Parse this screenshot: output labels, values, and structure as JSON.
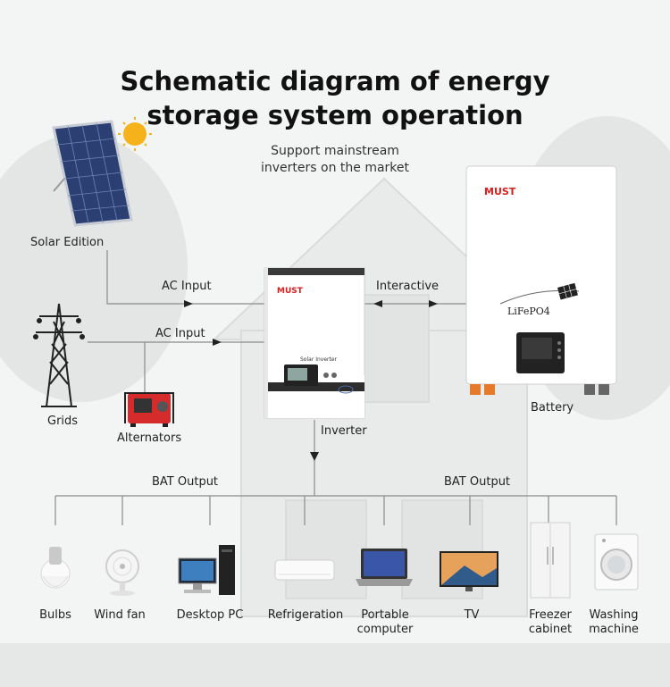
{
  "title": {
    "line1": "Schematic diagram of energy",
    "line2": "storage system operation"
  },
  "subtitle": {
    "line1": "Support mainstream",
    "line2": "inverters on the market"
  },
  "nodes": {
    "solar": "Solar Edition",
    "grids": "Grids",
    "alternators": "Alternators",
    "inverter": "Inverter",
    "battery": "Battery"
  },
  "edges": {
    "ac_input_solar": "AC Input",
    "ac_input_grid": "AC Input",
    "interactive": "Interactive",
    "bat_output_left": "BAT Output",
    "bat_output_right": "BAT Output"
  },
  "devices": {
    "brand": "MUST",
    "inverter_panel": "Solar Inverter",
    "battery_chem": "LiFePO4"
  },
  "appliances": [
    {
      "line1": "Bulbs",
      "line2": ""
    },
    {
      "line1": "Wind fan",
      "line2": ""
    },
    {
      "line1": "Desktop PC",
      "line2": ""
    },
    {
      "line1": "Refrigeration",
      "line2": ""
    },
    {
      "line1": "Portable",
      "line2": "computer"
    },
    {
      "line1": "TV",
      "line2": ""
    },
    {
      "line1": "Freezer",
      "line2": "cabinet"
    },
    {
      "line1": "Washing",
      "line2": "machine"
    }
  ],
  "icons": [
    "sun-icon",
    "solar-panel-icon",
    "pylon-icon",
    "generator-icon",
    "inverter-icon",
    "battery-icon",
    "bulb-icon",
    "fan-icon",
    "desktop-pc-icon",
    "air-conditioner-icon",
    "laptop-icon",
    "tv-icon",
    "fridge-icon",
    "washing-machine-icon"
  ],
  "colors": {
    "brand_red": "#d81e1e",
    "line": "#8a8a8a",
    "text": "#222222"
  }
}
